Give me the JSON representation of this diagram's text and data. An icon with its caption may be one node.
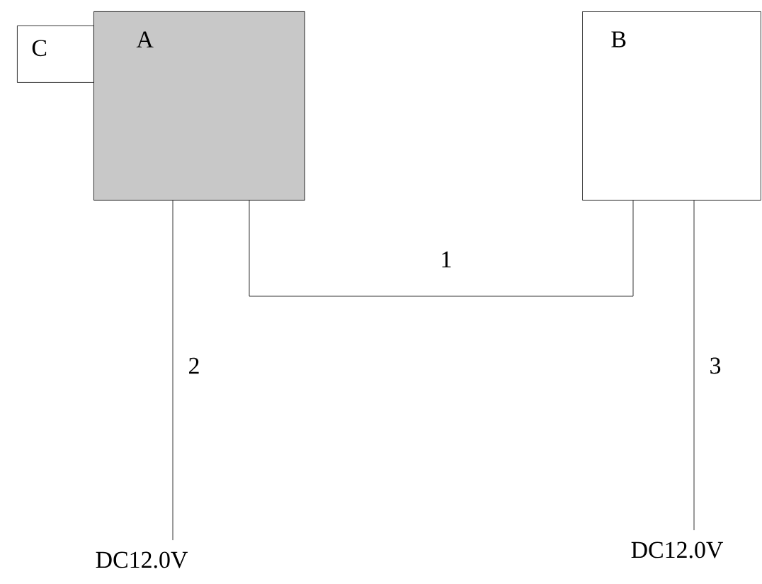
{
  "diagram": {
    "nodes": [
      {
        "text": [
          "A"
        ]
      },
      {
        "text": [
          "B"
        ]
      },
      {
        "text": [
          "C"
        ]
      },
      {
        "text": [
          "DC12.0V"
        ]
      },
      {
        "text": [
          "DC12.0V"
        ]
      }
    ],
    "edges": [
      {
        "from": 0,
        "to": 1,
        "arrow": "none",
        "label": "1"
      },
      {
        "from": 0,
        "to": 3,
        "arrow": "none",
        "label": "2"
      },
      {
        "from": 1,
        "to": 4,
        "arrow": "none",
        "label": "3"
      }
    ]
  }
}
